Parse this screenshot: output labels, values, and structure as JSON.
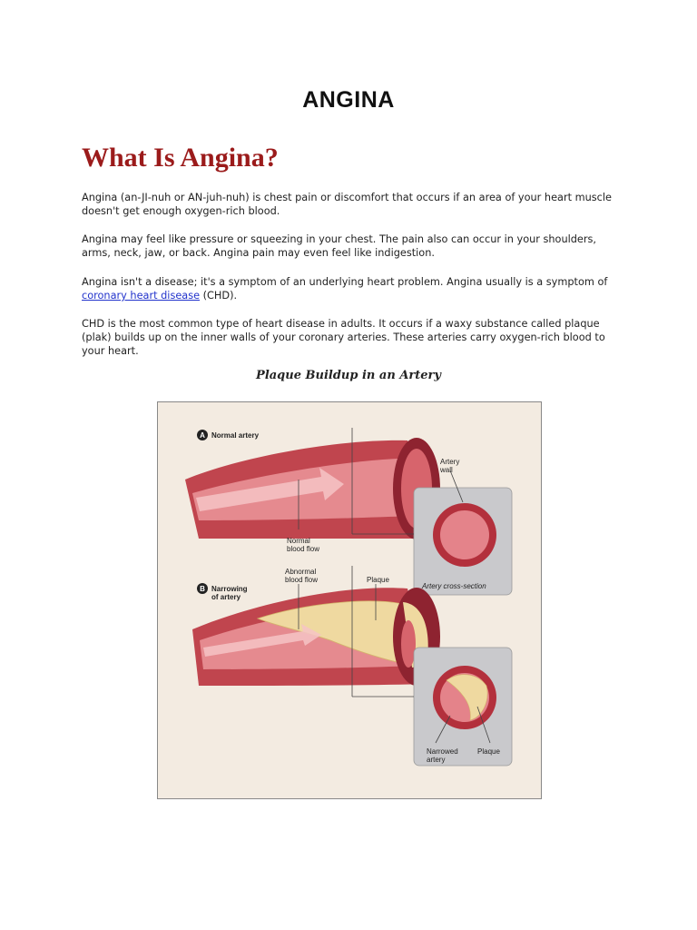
{
  "document": {
    "title": "ANGINA",
    "section_heading": "What Is Angina?",
    "paragraphs": {
      "p1": "Angina (an-JI-nuh or AN-juh-nuh) is chest pain or discomfort that occurs if an area of your heart muscle doesn't get enough oxygen-rich blood.",
      "p2": "Angina may feel like pressure or squeezing in your chest. The pain also can occur in your shoulders, arms, neck, jaw, or back. Angina pain may even feel like indigestion.",
      "p3_before": "Angina isn't a disease; it's a symptom of an underlying heart problem. Angina usually is a symptom of ",
      "p3_link": "coronary heart disease",
      "p3_after": " (CHD).",
      "p4": "CHD is the most common type of heart disease in adults. It occurs if a waxy substance called plaque (plak) builds up on the inner walls of your coronary arteries. These arteries carry oxygen-rich blood to your heart."
    }
  },
  "figure": {
    "caption": "Plaque Buildup in an Artery",
    "labels": {
      "a_marker": "A",
      "a_title": "Normal artery",
      "artery_wall_1": "Artery",
      "artery_wall_2": "wall",
      "normal_flow_1": "Normal",
      "normal_flow_2": "blood flow",
      "cross_section": "Artery cross-section",
      "abnormal_flow_1": "Abnormal",
      "abnormal_flow_2": "blood flow",
      "plaque_top": "Plaque",
      "b_marker": "B",
      "b_title_1": "Narrowing",
      "b_title_2": "of artery",
      "narrowed_1": "Narrowed",
      "narrowed_2": "artery",
      "plaque_bottom": "Plaque"
    },
    "colors": {
      "artery": "#c0454e",
      "artery_dark": "#8e2330",
      "plaque": "#efd9a0",
      "panel_bg": "#c9c9cc",
      "figure_bg": "#f3ebe1"
    }
  }
}
